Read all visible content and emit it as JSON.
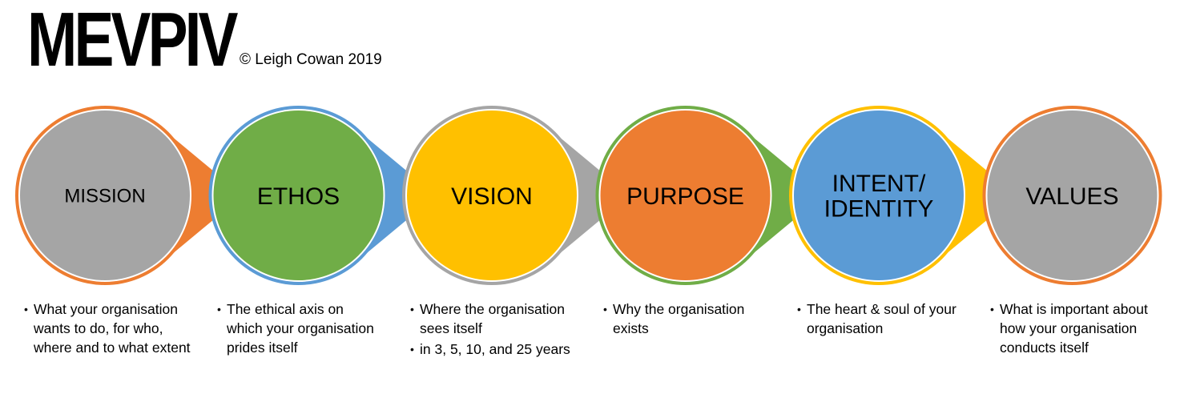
{
  "title": "MEVPIV",
  "copyright": "© Leigh Cowan 2019",
  "steps": [
    {
      "label_lines": [
        "MISSION"
      ],
      "fill": "#A5A5A5",
      "ring": "#ED7D31",
      "bullets": [
        "What your organisation wants to do, for who, where and to what extent"
      ]
    },
    {
      "label_lines": [
        "ETHOS"
      ],
      "fill": "#70AD47",
      "ring": "#5B9BD5",
      "bullets": [
        "The ethical axis on which your organisation prides itself"
      ]
    },
    {
      "label_lines": [
        "VISION"
      ],
      "fill": "#FFC000",
      "ring": "#A5A5A5",
      "bullets": [
        "Where the organisation sees itself",
        "in 3, 5, 10, and 25 years"
      ]
    },
    {
      "label_lines": [
        "PURPOSE"
      ],
      "fill": "#ED7D31",
      "ring": "#70AD47",
      "bullets": [
        "Why the organisation exists"
      ]
    },
    {
      "label_lines": [
        "INTENT/",
        "IDENTITY"
      ],
      "fill": "#5B9BD5",
      "ring": "#FFC000",
      "bullets": [
        "The heart & soul of your organisation"
      ]
    },
    {
      "label_lines": [
        "VALUES"
      ],
      "fill": "#A5A5A5",
      "ring": "#ED7D31",
      "bullets": [
        "What is important about how your organisation conducts itself"
      ]
    }
  ]
}
